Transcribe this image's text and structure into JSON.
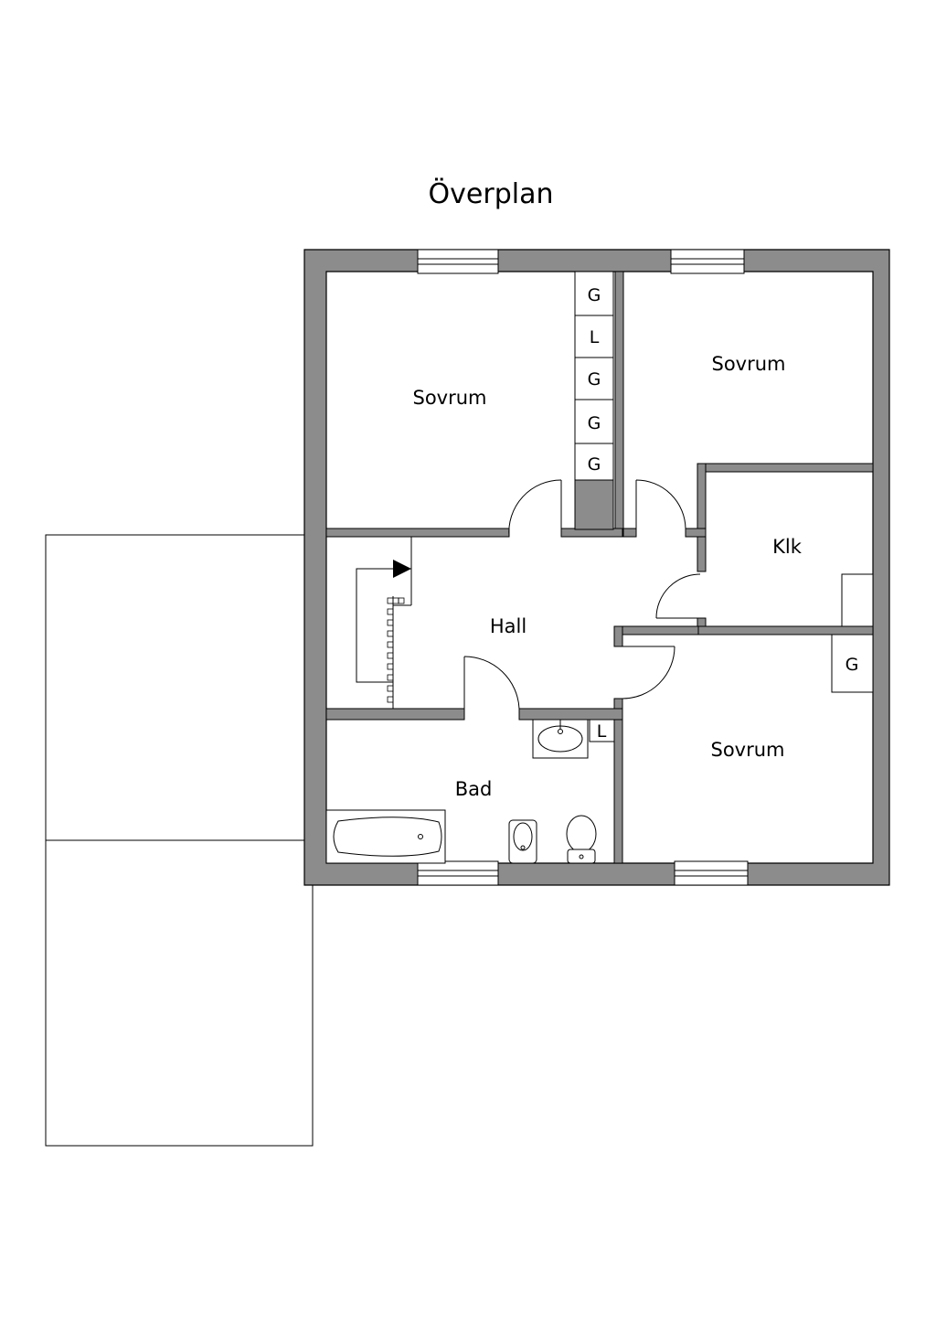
{
  "plan": {
    "title": "Överplan",
    "rooms": {
      "bedroom_top_left": "Sovrum",
      "bedroom_top_right": "Sovrum",
      "bedroom_bottom_right": "Sovrum",
      "closet": "Klk",
      "hall": "Hall",
      "bath": "Bad"
    },
    "storage": [
      "G",
      "L",
      "G",
      "G",
      "G"
    ],
    "wardrobe_bedroom_bottom": "G",
    "linen_bath": "L"
  },
  "colors": {
    "wall": "#8c8c8c",
    "line": "#000000",
    "background": "#ffffff"
  }
}
